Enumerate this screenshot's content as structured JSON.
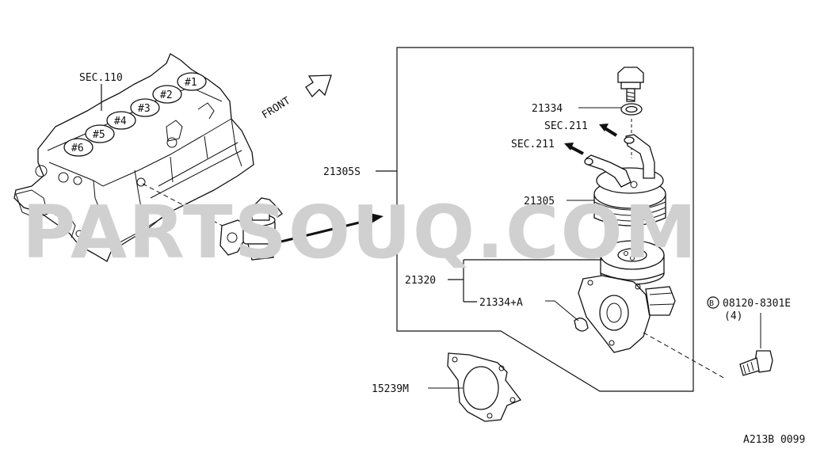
{
  "watermark": "PARTSOUQ.COM",
  "footer_code": "A213B 0099",
  "front_label": "FRONT",
  "labels": {
    "sec110": "SEC.110",
    "cyl1": "#1",
    "cyl2": "#2",
    "cyl3": "#3",
    "cyl4": "#4",
    "cyl5": "#5",
    "cyl6": "#6",
    "p21334": "21334",
    "sec211_upper": "SEC.211",
    "sec211_lower": "SEC.211",
    "p21305s": "21305S",
    "p21305": "21305",
    "p21320": "21320",
    "p21334a": "21334+A",
    "bolt_prefix": "B",
    "bolt_part": "08120-8301E",
    "bolt_qty": "(4)",
    "p15239m": "15239M"
  }
}
